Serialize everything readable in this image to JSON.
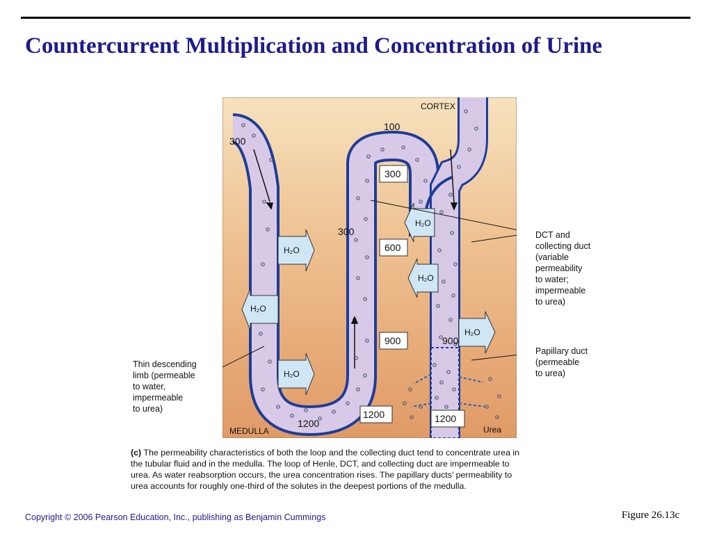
{
  "slide": {
    "title": "Countercurrent Multiplication and Concentration of Urine",
    "copyright": "Copyright © 2006 Pearson Education, Inc., publishing as Benjamin Cummings",
    "figure_number": "Figure 26.13c"
  },
  "diagram": {
    "cortex_label": "CORTEX",
    "medulla_label": "MEDULLA",
    "urea_label": "Urea",
    "water_label": "H₂O",
    "values": {
      "desc_top": "300",
      "loop_top": "100",
      "box_300": "300",
      "asc_300": "300",
      "box_600": "600",
      "box_900": "900",
      "duct_900": "900",
      "box_1200_loop": "1200",
      "loop_bottom": "1200",
      "box_1200_duct": "1200"
    }
  },
  "labels": {
    "thin_descending": [
      "Thin descending",
      "limb (permeable",
      "to water,",
      "impermeable",
      "to urea)"
    ],
    "dct_collecting": [
      "DCT and",
      "collecting duct",
      "(variable",
      "permeability",
      "to water;",
      "impermeable",
      "to urea)"
    ],
    "papillary": [
      "Papillary duct",
      "(permeable",
      "to urea)"
    ]
  },
  "caption": {
    "prefix": "(c)",
    "text": "The permeability characteristics of both the loop and the collecting duct tend to concentrate urea in the tubular fluid and in the medulla. The loop of Henle, DCT, and collecting duct are impermeable to urea. As water reabsorption occurs, the urea concentration rises. The papillary ducts’ permeability to urea accounts for roughly one-third of the solutes in the deepest portions of the medulla."
  },
  "colors": {
    "title": "#1f1a8c",
    "tubule_wall": "#1d3d9a",
    "tubule_fill": "#d7c9e6",
    "background_top": "#f5dfb8",
    "background_bottom": "#e2a070",
    "water_arrow": "#cfe6f5",
    "urea_arrow": "#2a5fb8"
  }
}
